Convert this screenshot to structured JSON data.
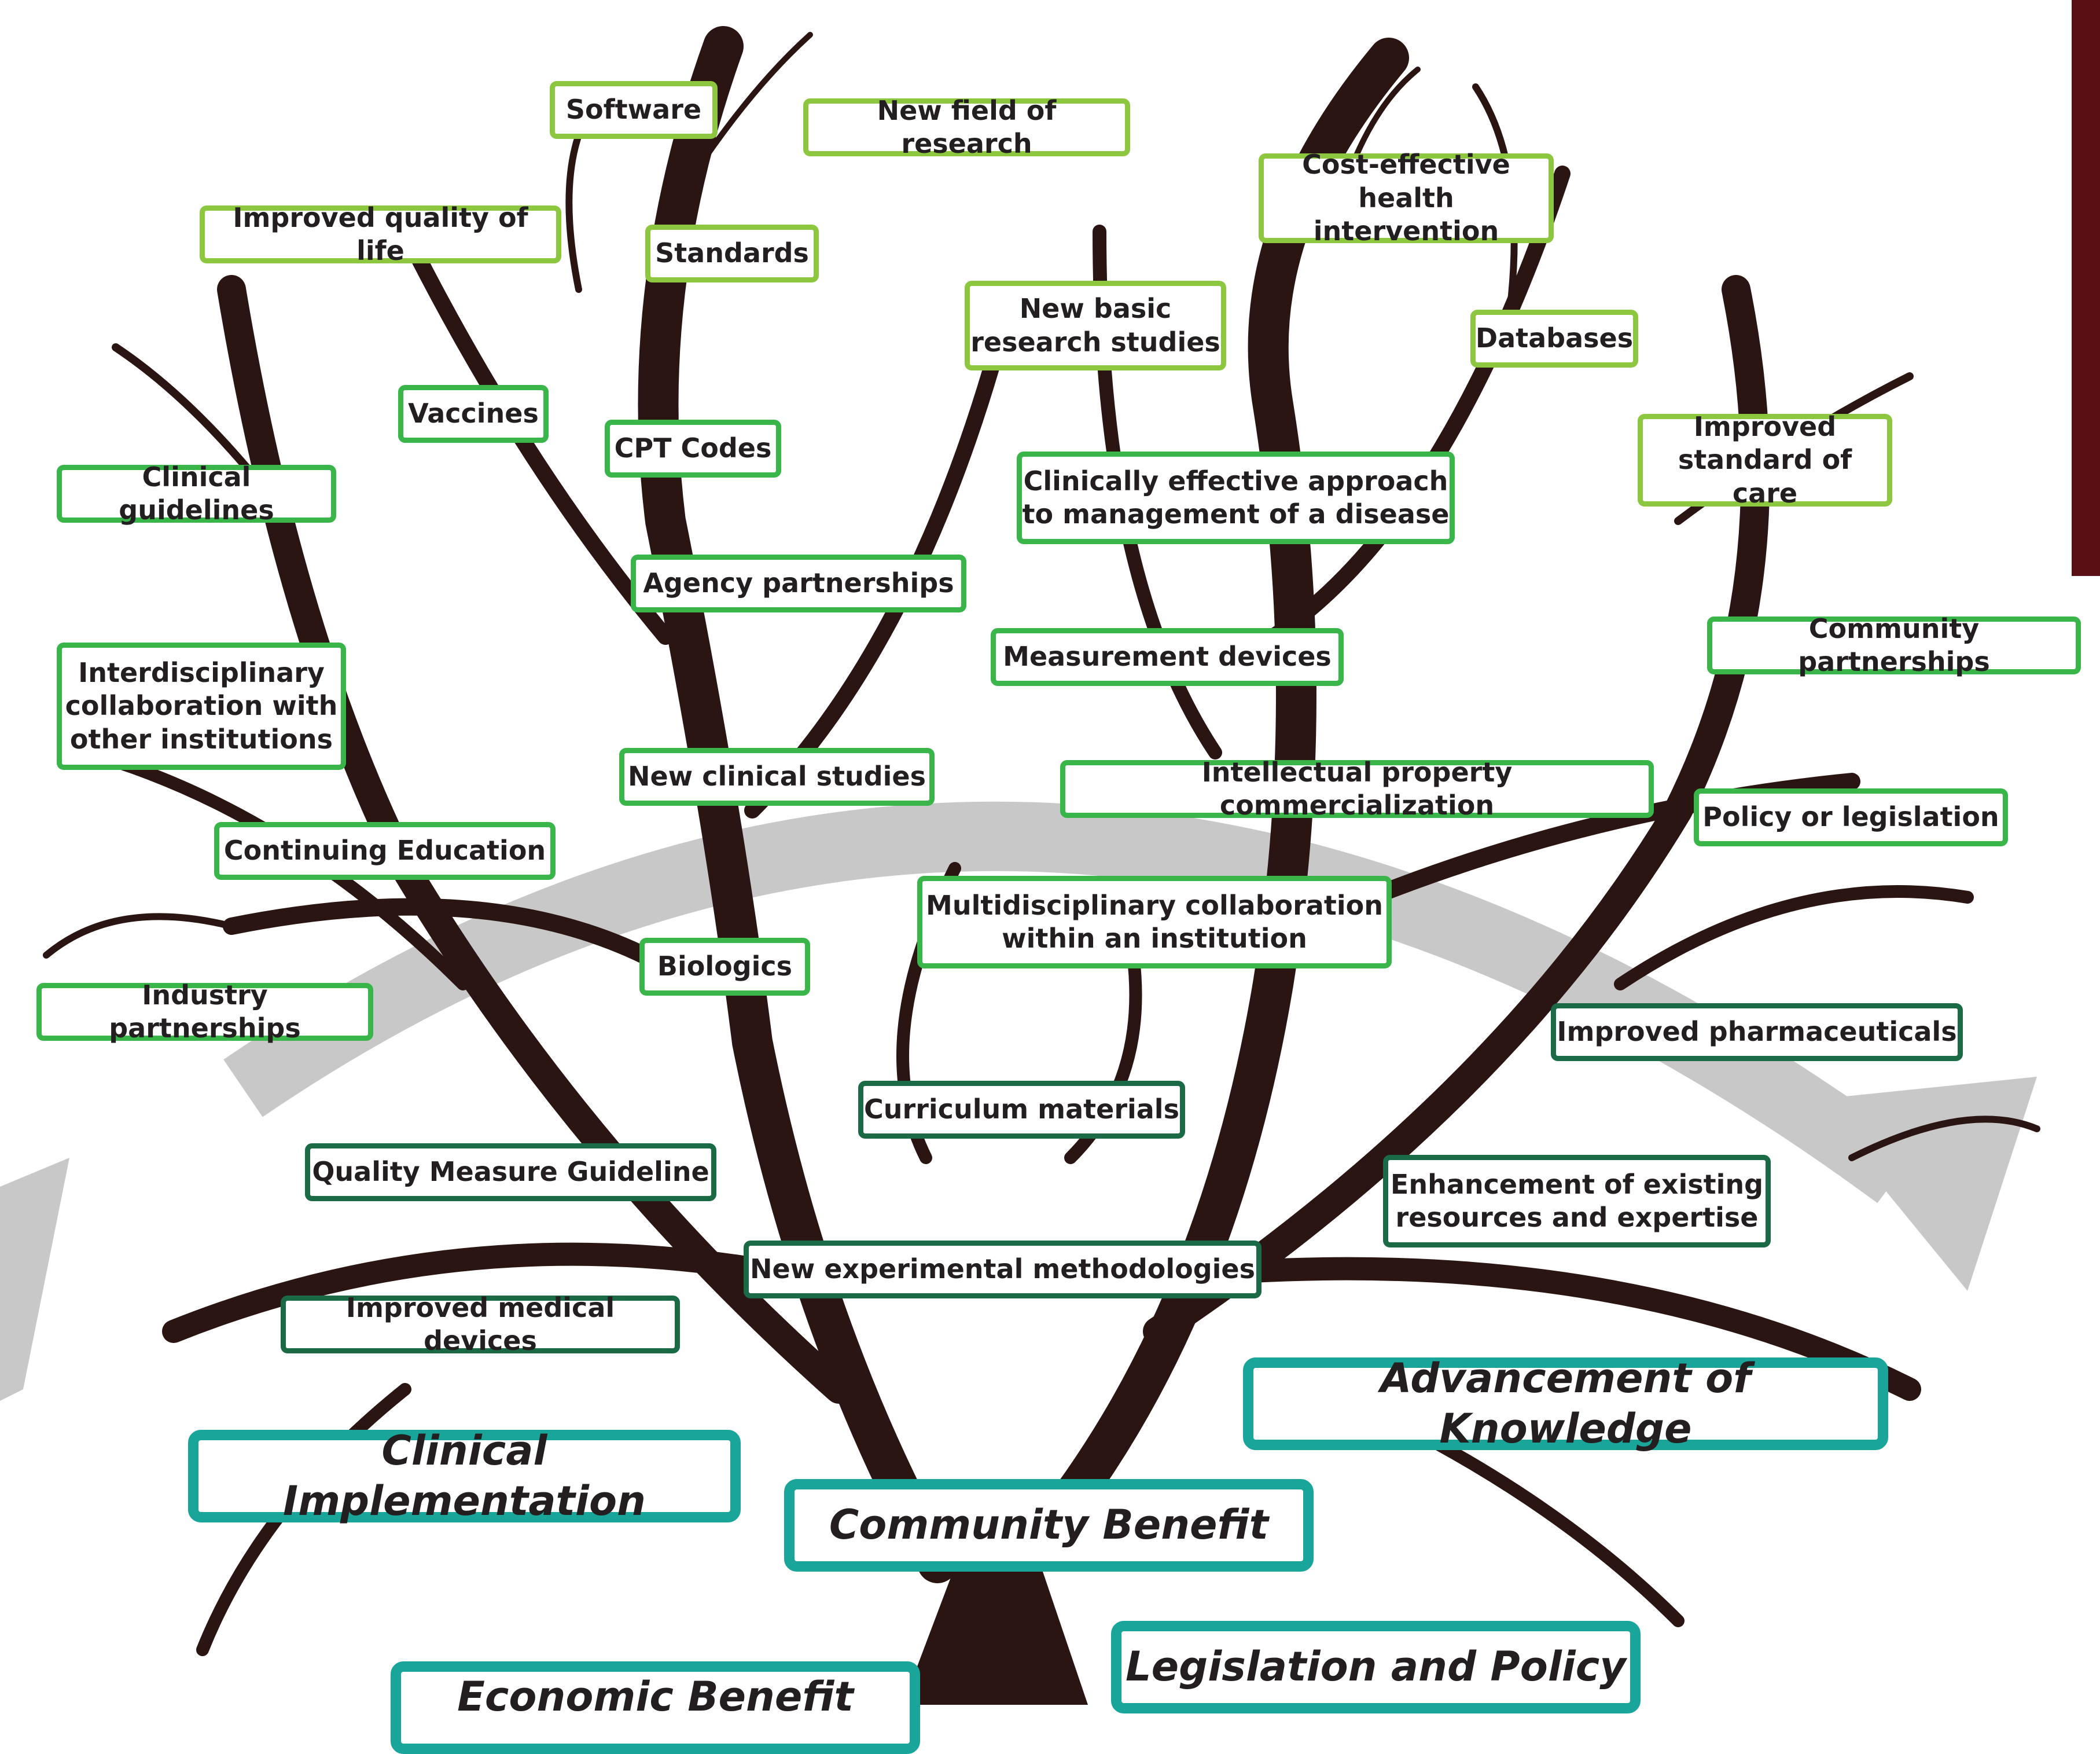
{
  "colors": {
    "background": "#ffffff",
    "branch": "#2b1512",
    "arrow": "#c8c8c8",
    "light_green": "#8dc63f",
    "mid_green": "#39b54a",
    "dark_green": "#1a6b45",
    "teal": "#1aa59a",
    "sidebar": "#5a0f14"
  },
  "outcomes": {
    "software": "Software",
    "new_field_of_research": "New field of research",
    "cost_effective_health_intervention": "Cost-effective\nhealth intervention",
    "improved_quality_of_life": "Improved quality of life",
    "standards": "Standards",
    "new_basic_research_studies": "New basic\nresearch studies",
    "databases": "Databases",
    "vaccines": "Vaccines",
    "cpt_codes": "CPT Codes",
    "improved_standard_of_care": "Improved\nstandard of care",
    "clinical_guidelines": "Clinical guidelines",
    "clinically_effective_approach": "Clinically effective approach\nto management of a disease",
    "agency_partnerships": "Agency partnerships",
    "measurement_devices": "Measurement devices",
    "community_partnerships": "Community partnerships",
    "interdisciplinary_collaboration": "Interdisciplinary\ncollaboration with\nother institutions",
    "new_clinical_studies": "New clinical studies",
    "intellectual_property_commercialization": "Intellectual property commercialization",
    "policy_or_legislation": "Policy or legislation",
    "continuing_education": "Continuing Education",
    "multidisciplinary_collaboration": "Multidisciplinary collaboration\nwithin an institution",
    "biologics": "Biologics",
    "industry_partnerships": "Industry partnerships",
    "improved_pharmaceuticals": "Improved pharmaceuticals",
    "curriculum_materials": "Curriculum materials",
    "quality_measure_guideline": "Quality Measure Guideline",
    "enhancement_of_existing_resources": "Enhancement of existing\nresources and expertise",
    "new_experimental_methodologies": "New experimental methodologies",
    "improved_medical_devices": "Improved medical devices"
  },
  "categories": {
    "advancement_of_knowledge": "Advancement of Knowledge",
    "clinical_implementation": "Clinical Implementation",
    "community_benefit": "Community Benefit",
    "legislation_and_policy": "Legislation and Policy",
    "economic_benefit": "Economic Benefit"
  }
}
